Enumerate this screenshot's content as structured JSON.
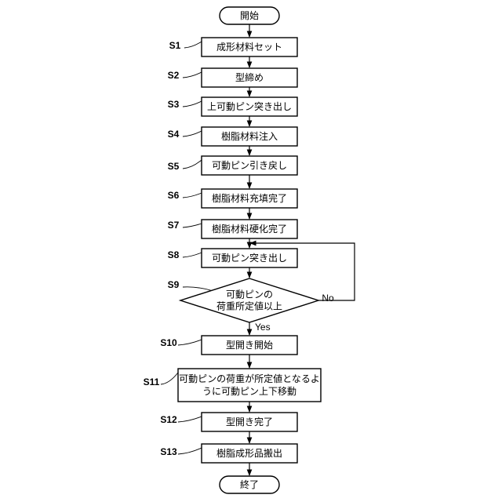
{
  "flowchart": {
    "start": {
      "text": "開始"
    },
    "end": {
      "text": "終了"
    },
    "steps": [
      {
        "id": "S1",
        "lines": [
          "成形材料セット"
        ]
      },
      {
        "id": "S2",
        "lines": [
          "型締め"
        ]
      },
      {
        "id": "S3",
        "lines": [
          "上可動ピン突き出し"
        ]
      },
      {
        "id": "S4",
        "lines": [
          "樹脂材料注入"
        ]
      },
      {
        "id": "S5",
        "lines": [
          "可動ピン引き戻し"
        ]
      },
      {
        "id": "S6",
        "lines": [
          "樹脂材料充填完了"
        ]
      },
      {
        "id": "S7",
        "lines": [
          "樹脂材料硬化完了"
        ]
      },
      {
        "id": "S8",
        "lines": [
          "可動ピン突き出し"
        ]
      },
      {
        "id": "S9",
        "lines": [
          "可動ピンの",
          "荷重所定値以上"
        ]
      },
      {
        "id": "S10",
        "lines": [
          "型開き開始"
        ]
      },
      {
        "id": "S11",
        "lines": [
          "可動ピンの荷重が所定値となるよ",
          "うに可動ピン上下移動"
        ]
      },
      {
        "id": "S12",
        "lines": [
          "型開き完了"
        ]
      },
      {
        "id": "S13",
        "lines": [
          "樹脂成形品搬出"
        ]
      }
    ],
    "decision": {
      "step": "S9",
      "yes_label": "Yes",
      "no_label": "No"
    }
  }
}
